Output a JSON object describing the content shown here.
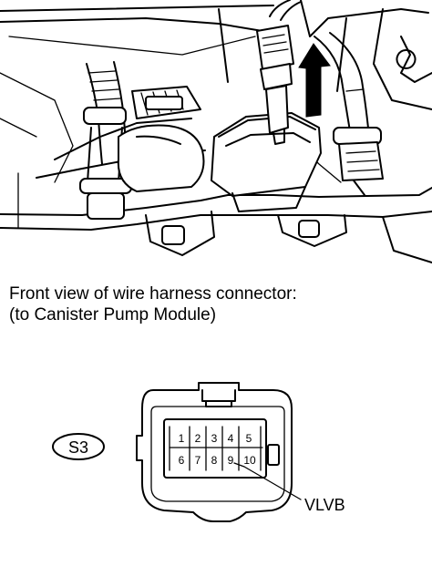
{
  "caption": {
    "line1": "Front view of wire harness connector:",
    "line2": "(to Canister Pump Module)"
  },
  "connector": {
    "code": "S3",
    "pins_top": [
      "1",
      "2",
      "3",
      "4",
      "5"
    ],
    "pins_bottom": [
      "6",
      "7",
      "8",
      "9",
      "10"
    ],
    "callout_label": "VLVB",
    "callout_pin": "9"
  },
  "icons": {
    "arrow": "up-arrow-icon"
  }
}
